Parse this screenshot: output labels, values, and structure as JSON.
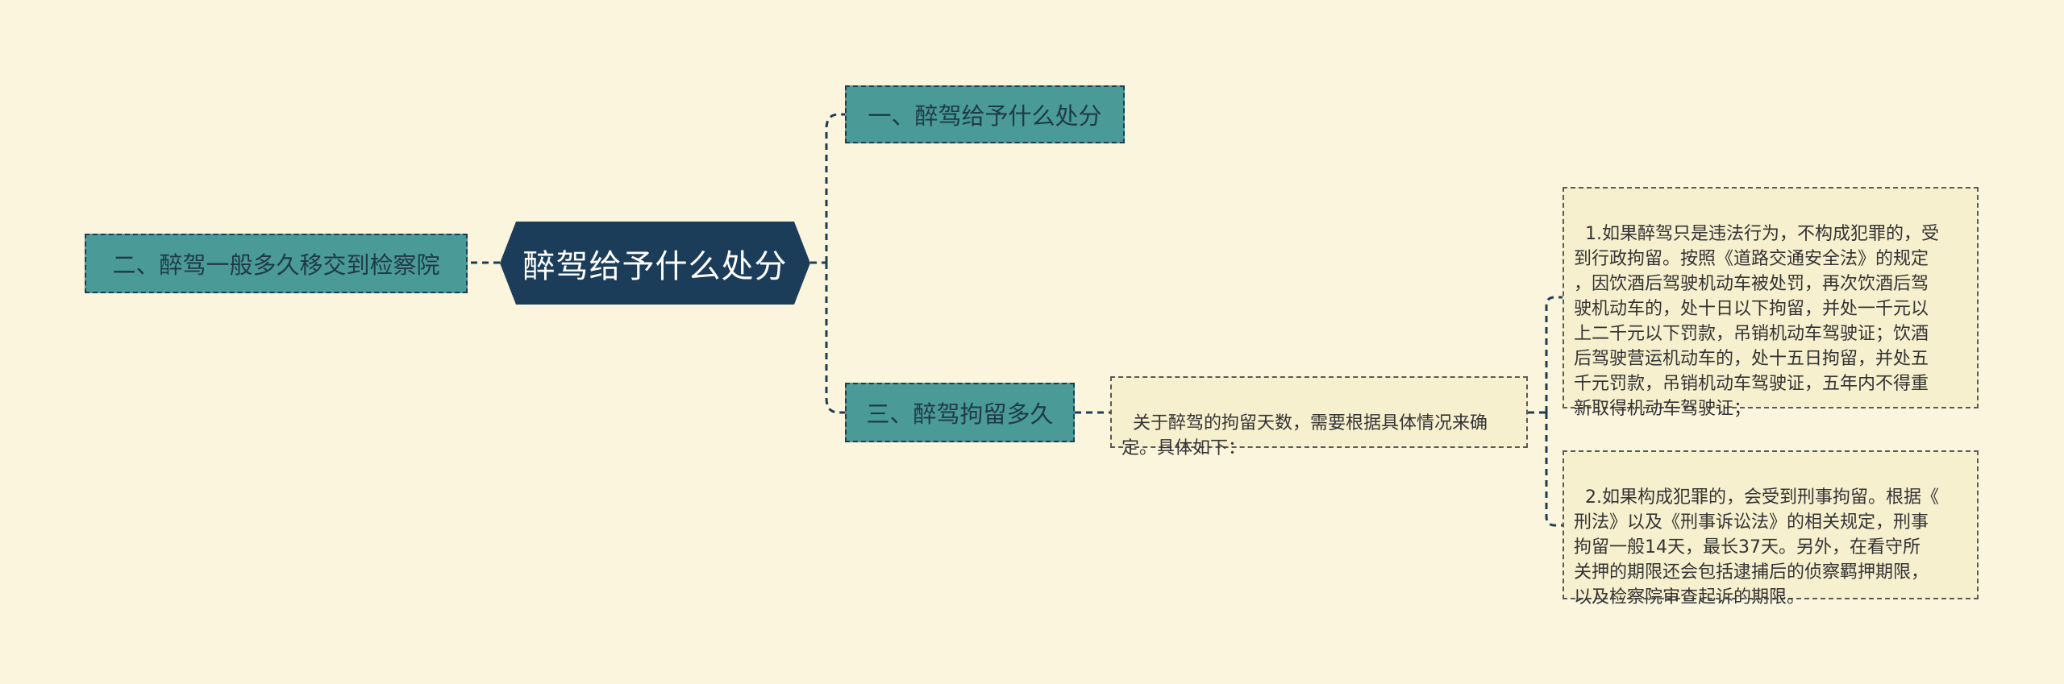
{
  "colors": {
    "background": "#fbf5dd",
    "center_fill": "#1c3d5a",
    "branch_fill": "#4a9a97",
    "note_fill": "#f7f0cf",
    "connector": "#1e3d54"
  },
  "center": {
    "label": "醉驾给予什么处分"
  },
  "branches": [
    {
      "label": "二、醉驾一般多久移交到检察院"
    },
    {
      "label": "一、醉驾给予什么处分"
    },
    {
      "label": "三、醉驾拘留多久"
    }
  ],
  "notes": {
    "intro": "关于醉驾的拘留天数，需要根据具体情况来确\n定。具体如下：",
    "details": [
      "1.如果醉驾只是违法行为，不构成犯罪的，受\n到行政拘留。按照《道路交通安全法》的规定\n，因饮酒后驾驶机动车被处罚，再次饮酒后驾\n驶机动车的，处十日以下拘留，并处一千元以\n上二千元以下罚款，吊销机动车驾驶证；饮酒\n后驾驶营运机动车的，处十五日拘留，并处五\n千元罚款，吊销机动车驾驶证，五年内不得重\n新取得机动车驾驶证；",
      "2.如果构成犯罪的，会受到刑事拘留。根据《\n刑法》以及《刑事诉讼法》的相关规定，刑事\n拘留一般14天，最长37天。另外，在看守所\n关押的期限还会包括逮捕后的侦察羁押期限，\n以及检察院审查起诉的期限。"
    ]
  }
}
